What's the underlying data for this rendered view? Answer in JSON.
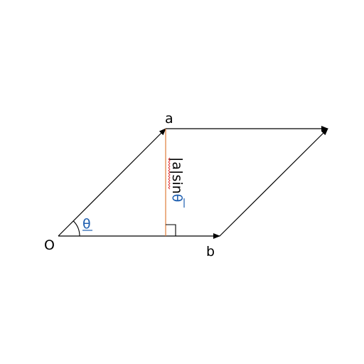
{
  "labels": {
    "origin": "O",
    "vector_a": "a",
    "vector_b": "b",
    "angle": "θ",
    "height_prefix": "|a|sin",
    "height_theta": "θ"
  },
  "colors": {
    "lines": "#000000",
    "height_line": "#e07b39",
    "theta": "#1f5fb0",
    "spell_underline": "#e03030"
  },
  "icons": {
    "right_angle": "right-angle-marker-icon",
    "arrowhead": "arrowhead-icon"
  }
}
